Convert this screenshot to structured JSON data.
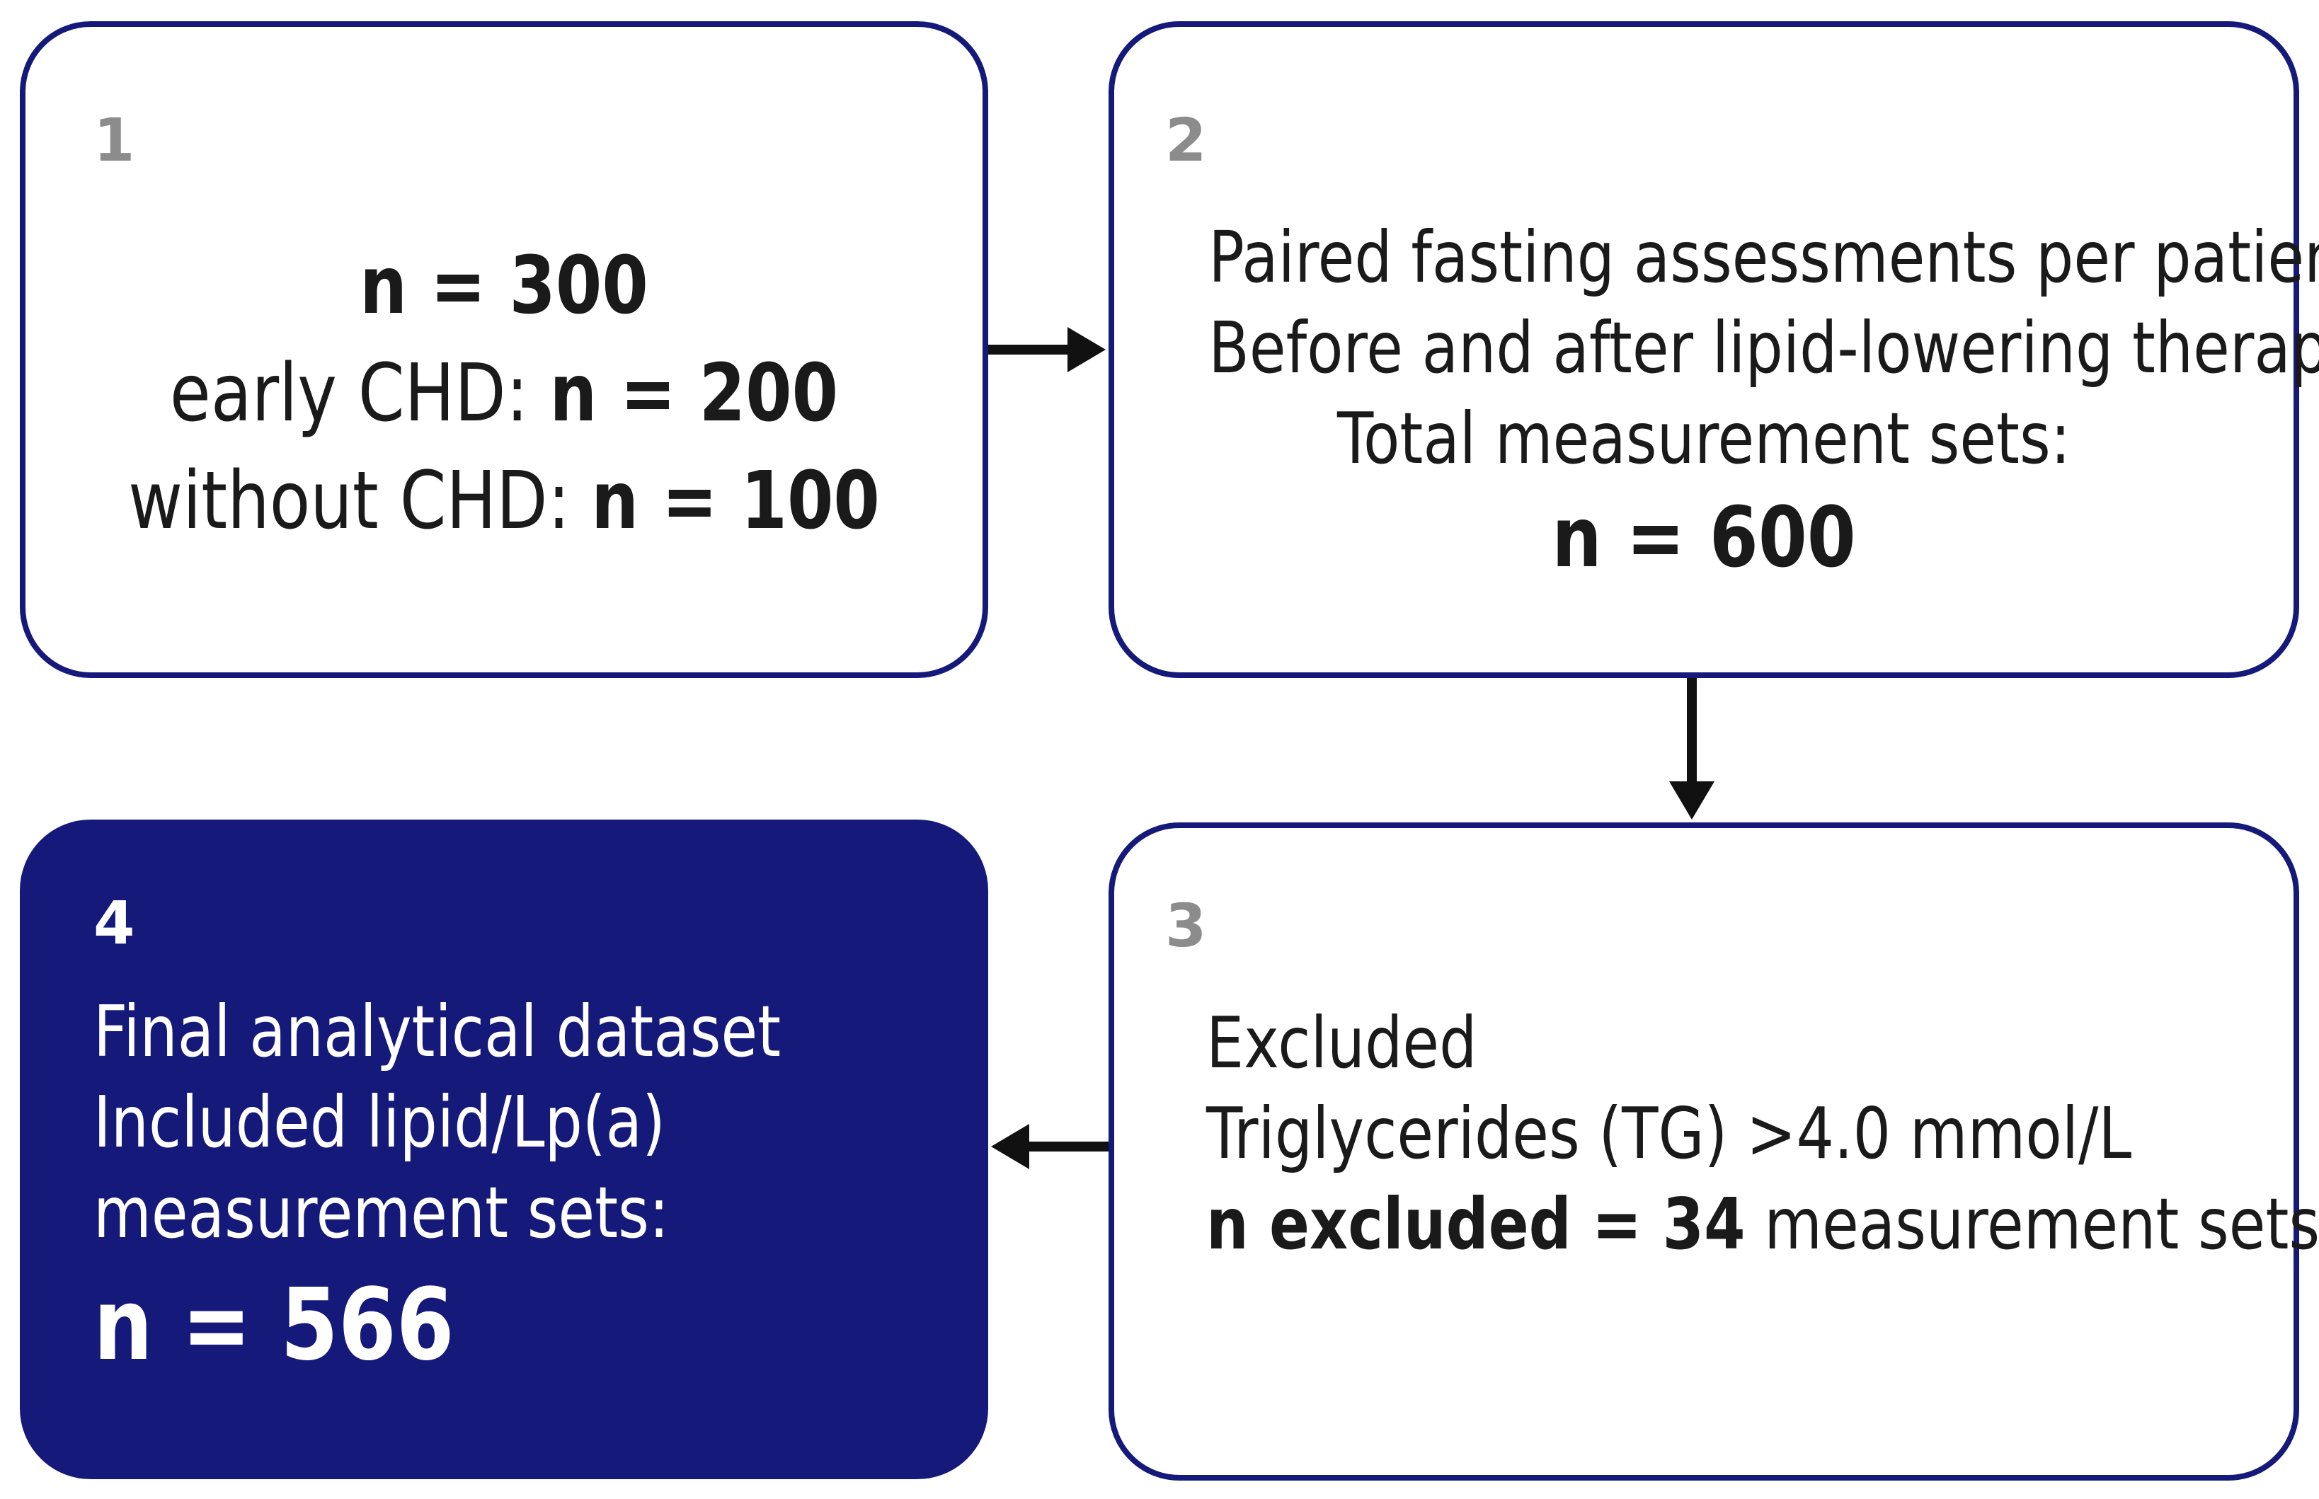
{
  "colors": {
    "border": "#15197a",
    "final_fill": "#15197a",
    "step_number": "#8c8c8c",
    "text": "#1a1a1a",
    "final_text": "#ffffff",
    "arrow": "#111111"
  },
  "box1": {
    "number": "1",
    "total": "n = 300",
    "early_label": "early CHD: ",
    "early_value": "n = 200",
    "without_label": "without CHD: ",
    "without_value": "n = 100"
  },
  "box2": {
    "number": "2",
    "line1": "Paired fasting assessments per patient",
    "line2": "Before and after lipid-lowering therapy",
    "line3": "Total measurement sets:",
    "value": "n = 600"
  },
  "box3": {
    "number": "3",
    "line1": "Excluded",
    "line2": "Triglycerides (TG) >4.0 mmol/L",
    "excluded_bold": "n excluded = 34",
    "excluded_rest": " measurement sets"
  },
  "box4": {
    "number": "4",
    "line1": "Final analytical dataset",
    "line2": "Included lipid/Lp(a)",
    "line3": "measurement sets:",
    "value": "n = 566"
  }
}
